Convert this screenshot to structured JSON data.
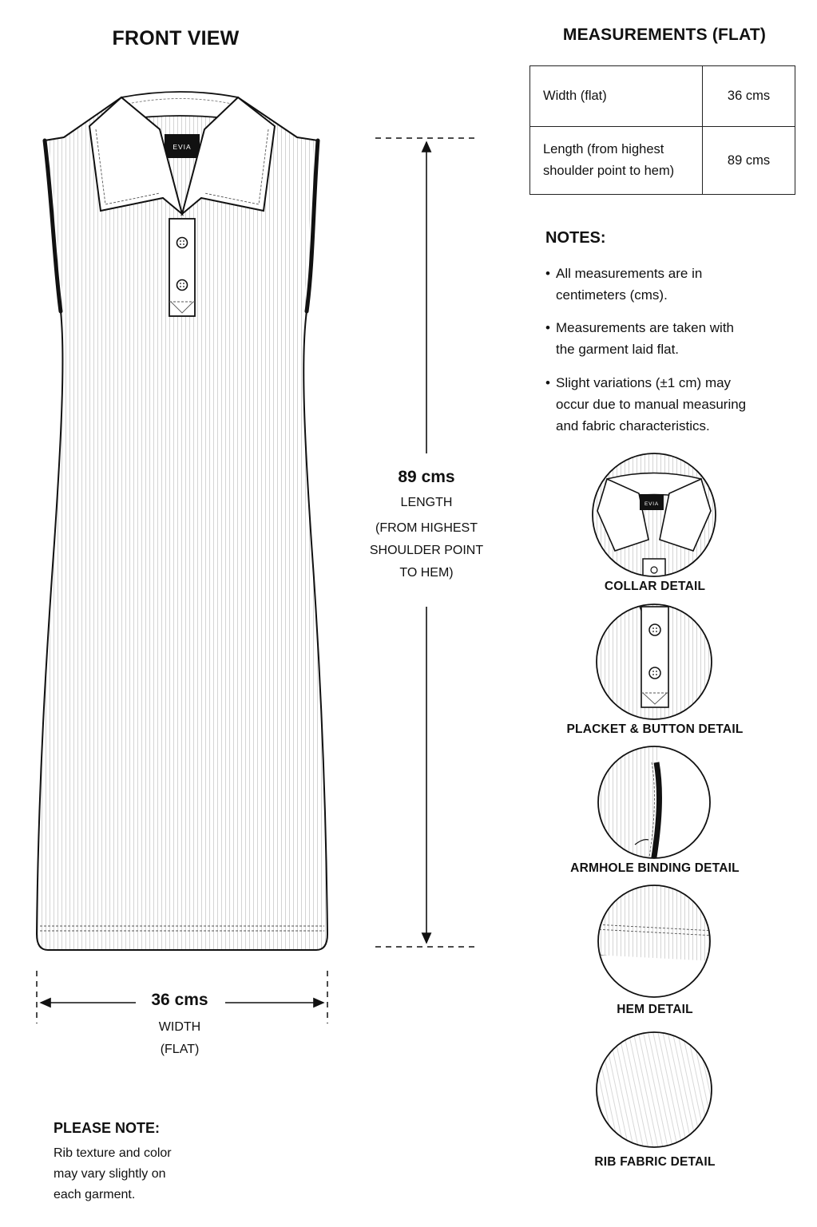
{
  "front_view": {
    "title": "FRONT VIEW",
    "brand_label": "EVIA"
  },
  "measurements": {
    "title": "MEASUREMENTS (FLAT)",
    "rows": [
      {
        "label": "Width (flat)",
        "value": "36 cms"
      },
      {
        "label_line1": "Length (from highest",
        "label_line2": "shoulder point to hem)",
        "value": "89 cms"
      }
    ]
  },
  "notes": {
    "title": "NOTES:",
    "items": [
      {
        "line1": "All measurements are in",
        "line2": "centimeters (cms)."
      },
      {
        "line1": "Measurements are taken with",
        "line2": "the garment laid flat."
      },
      {
        "line1": "Slight variations (±1 cm) may",
        "line2": "occur due to manual measuring",
        "line3": "and fabric characteristics."
      }
    ]
  },
  "length_dim": {
    "value": "89 cms",
    "label": "LENGTH",
    "sub1": "(FROM HIGHEST",
    "sub2": "SHOULDER POINT",
    "sub3": "TO HEM)"
  },
  "width_dim": {
    "value": "36 cms",
    "label": "WIDTH",
    "sub": "(FLAT)"
  },
  "details": [
    {
      "label": "COLLAR DETAIL",
      "icon": "collar-detail-icon",
      "brand_label": "EVIA"
    },
    {
      "label": "PLACKET & BUTTON DETAIL",
      "icon": "placket-detail-icon"
    },
    {
      "label": "ARMHOLE BINDING DETAIL",
      "icon": "armhole-detail-icon"
    },
    {
      "label": "HEM DETAIL",
      "icon": "hem-detail-icon"
    },
    {
      "label": "RIB FABRIC DETAIL",
      "icon": "rib-fabric-detail-icon"
    }
  ],
  "please_note": {
    "title": "PLEASE NOTE:",
    "line1": "Rib texture and color",
    "line2": "may vary slightly on",
    "line3": "each garment."
  }
}
